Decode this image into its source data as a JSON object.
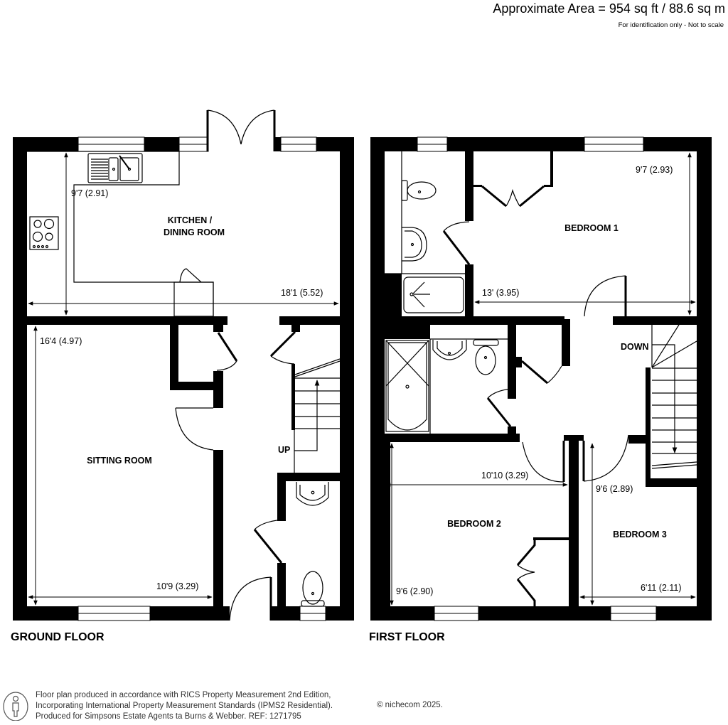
{
  "header": {
    "area": "Approximate Area = 954 sq ft / 88.6 sq m",
    "note": "For identification only - Not to scale"
  },
  "floors": [
    {
      "label": "GROUND FLOOR",
      "rooms": [
        {
          "name_line1": "KITCHEN /",
          "name_line2": "DINING ROOM",
          "dim_width": "18'1 (5.52)",
          "dim_depth": "9'7 (2.91)"
        },
        {
          "name": "SITTING ROOM",
          "dim_width": "10'9 (3.29)",
          "dim_depth": "16'4 (4.97)"
        }
      ],
      "stairs_label": "UP"
    },
    {
      "label": "FIRST FLOOR",
      "rooms": [
        {
          "name": "BEDROOM 1",
          "dim_width": "13' (3.95)",
          "dim_depth": "9'7 (2.93)"
        },
        {
          "name": "BEDROOM 2",
          "dim_width": "10'10 (3.29)",
          "dim_depth": "9'6 (2.90)"
        },
        {
          "name": "BEDROOM 3",
          "dim_width": "6'11 (2.11)",
          "dim_depth": "9'6 (2.89)"
        }
      ],
      "stairs_label": "DOWN"
    }
  ],
  "footer": {
    "lines": [
      "Floor plan produced in accordance with RICS Property Measurement 2nd Edition,",
      "Incorporating International Property Measurement Standards (IPMS2 Residential).",
      "Produced for Simpsons Estate Agents ta Burns & Webber.   REF:  1271795"
    ],
    "copyright": "© nichecom 2025.",
    "icon": "person-info-icon"
  }
}
